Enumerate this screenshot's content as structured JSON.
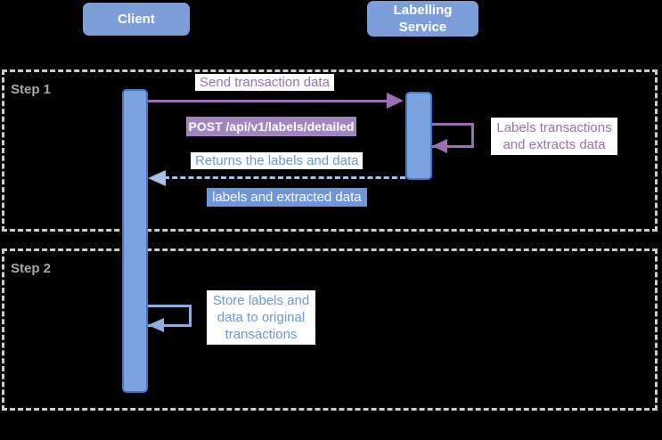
{
  "diagram_type": "sequence-diagram",
  "actors": {
    "client": "Client",
    "service": "Labelling\nService"
  },
  "frames": {
    "step1": "Step 1",
    "step2": "Step 2"
  },
  "messages": {
    "send_transaction": "Send transaction data",
    "post_endpoint": "POST /api/v1/labels/detailed",
    "service_self_loop": "Labels transactions\nand extracts data",
    "return_labels": "Returns the labels and data",
    "return_payload": "labels and extracted data",
    "client_self_loop": "Store labels and\ndata to original\ntransactions"
  },
  "colors": {
    "background": "#000000",
    "actor_fill": "#7C9ED9",
    "activation_fill": "#7AA3E0",
    "activation_border": "#3D78C9",
    "purple": "#9C6FB5",
    "purple_badge": "#A384C2",
    "blue": "#6E96D8",
    "light_blue": "#A9C3E8",
    "loop_blue": "#8FAEDC",
    "frame_gray": "#CCCCCC",
    "step_label_gray": "#A8A8A8"
  }
}
